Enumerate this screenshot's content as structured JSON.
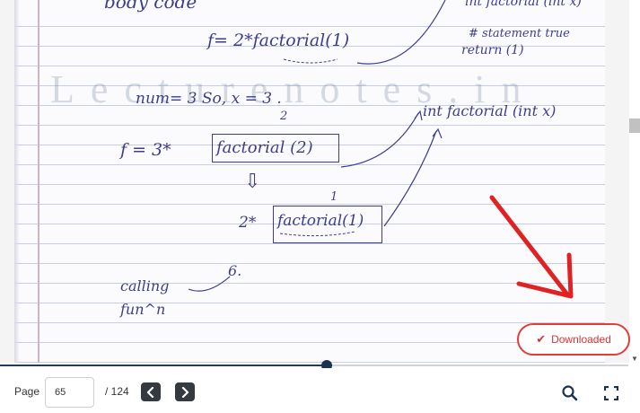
{
  "document": {
    "watermark": "Lecturenotes.in",
    "handwriting": {
      "line_top": "body code",
      "return_line": "f= 2*factorial(1)",
      "note_function": "int factorial (int x)",
      "note_statement": "# statement true",
      "note_return": "return (1)",
      "num_line": "num= 3  So, x = 3 .",
      "call1_prefix": "f = 3*",
      "call1_fn": "factorial (2)",
      "arg_label_2": "2",
      "note_function_2": "int factorial (int x)",
      "arrow_down": "⇩",
      "arg_label_1": "1",
      "call2_prefix": "2*",
      "call2_fn": "factorial(1)",
      "calling_fun": "calling fun^n",
      "result": "6."
    }
  },
  "status": {
    "downloaded_label": "Downloaded",
    "downloaded_icon": "check-icon",
    "accent_color": "#e23c3c"
  },
  "pagination": {
    "label": "Page",
    "current_page": "65",
    "total": "/ 124",
    "total_pages": 124,
    "progress_fraction": 0.52
  },
  "toolbar": {
    "prev_icon": "chevron-left-icon",
    "next_icon": "chevron-right-icon",
    "search_icon": "search-icon",
    "fullscreen_icon": "fullscreen-icon"
  }
}
